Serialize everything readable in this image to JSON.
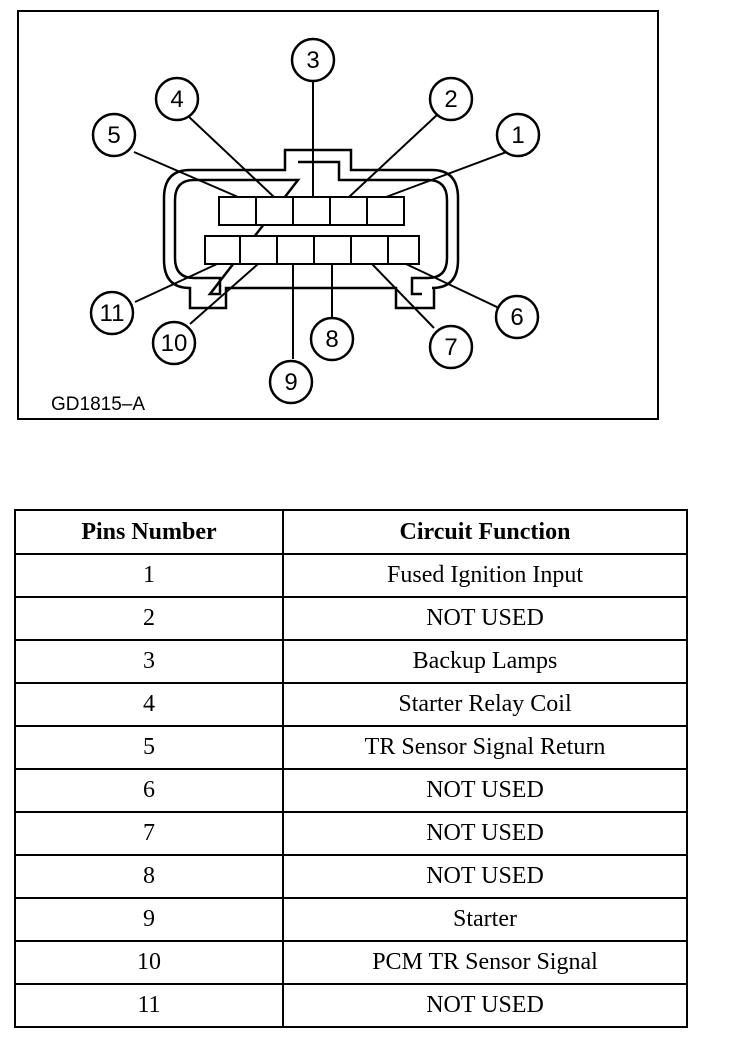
{
  "diagram": {
    "reference_code": "GD1815–A",
    "pin_callouts": [
      "1",
      "2",
      "3",
      "4",
      "5",
      "6",
      "7",
      "8",
      "9",
      "10",
      "11"
    ]
  },
  "table": {
    "headers": {
      "pin": "Pins Number",
      "function": "Circuit Function"
    },
    "rows": [
      {
        "pin": "1",
        "function": "Fused Ignition Input"
      },
      {
        "pin": "2",
        "function": "NOT USED"
      },
      {
        "pin": "3",
        "function": "Backup Lamps"
      },
      {
        "pin": "4",
        "function": "Starter Relay Coil"
      },
      {
        "pin": "5",
        "function": "TR Sensor Signal Return"
      },
      {
        "pin": "6",
        "function": "NOT USED"
      },
      {
        "pin": "7",
        "function": "NOT USED"
      },
      {
        "pin": "8",
        "function": "NOT USED"
      },
      {
        "pin": "9",
        "function": "Starter"
      },
      {
        "pin": "10",
        "function": "PCM TR Sensor Signal"
      },
      {
        "pin": "11",
        "function": "NOT USED"
      }
    ]
  }
}
